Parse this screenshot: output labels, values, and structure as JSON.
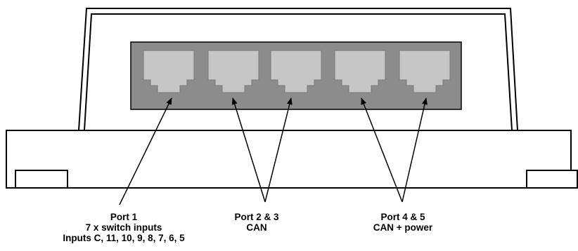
{
  "colors": {
    "panel": "#8c8c8c",
    "jack": "#c6c6c6",
    "outline": "#000000",
    "background": "#ffffff"
  },
  "labels": {
    "port1": {
      "title": "Port 1",
      "line2": "7 x switch inputs",
      "line3": "Inputs C, 11, 10, 9, 8, 7, 6, 5"
    },
    "port23": {
      "title": "Port  2 & 3",
      "line2": "CAN"
    },
    "port45": {
      "title": "Port 4 & 5",
      "line2": "CAN + power"
    }
  }
}
